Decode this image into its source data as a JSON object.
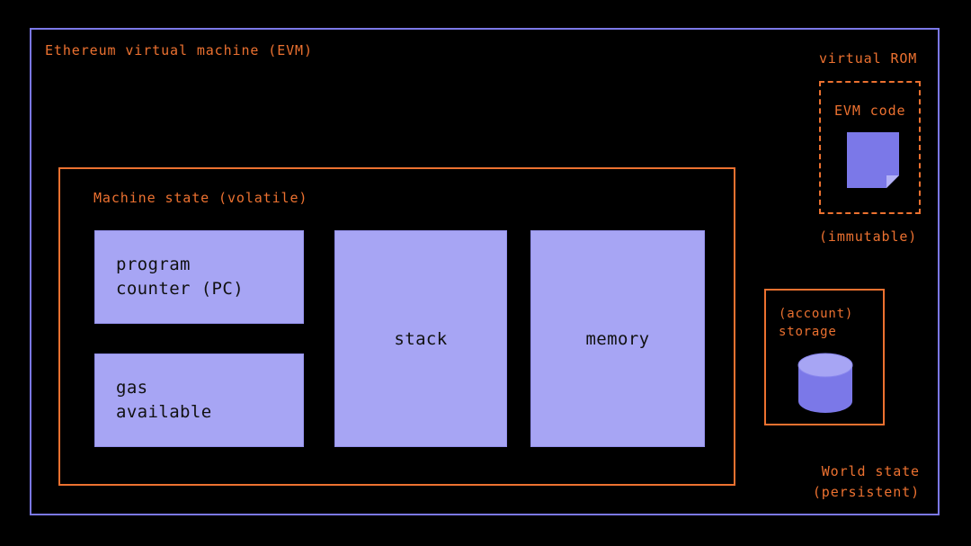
{
  "diagram": {
    "title": "Ethereum virtual machine (EVM)",
    "background": "#000000",
    "colors": {
      "frame_purple": "#7b78e8",
      "accent_orange": "#ec7130",
      "box_fill_blue": "#a7a5f4",
      "box_text": "#111111"
    }
  },
  "machine_state": {
    "title": "Machine state (volatile)",
    "boxes": [
      {
        "id": "program-counter",
        "label": "program\ncounter (PC)"
      },
      {
        "id": "gas-available",
        "label": "gas\navailable"
      },
      {
        "id": "stack",
        "label": "stack"
      },
      {
        "id": "memory",
        "label": "memory"
      }
    ]
  },
  "virtual_rom": {
    "label": "virtual ROM",
    "code_label": "EVM code",
    "note": "(immutable)",
    "icon": "document-icon"
  },
  "world_state": {
    "storage_label": "(account)\nstorage",
    "icon": "database-cylinder-icon",
    "caption": "World state\n(persistent)"
  }
}
